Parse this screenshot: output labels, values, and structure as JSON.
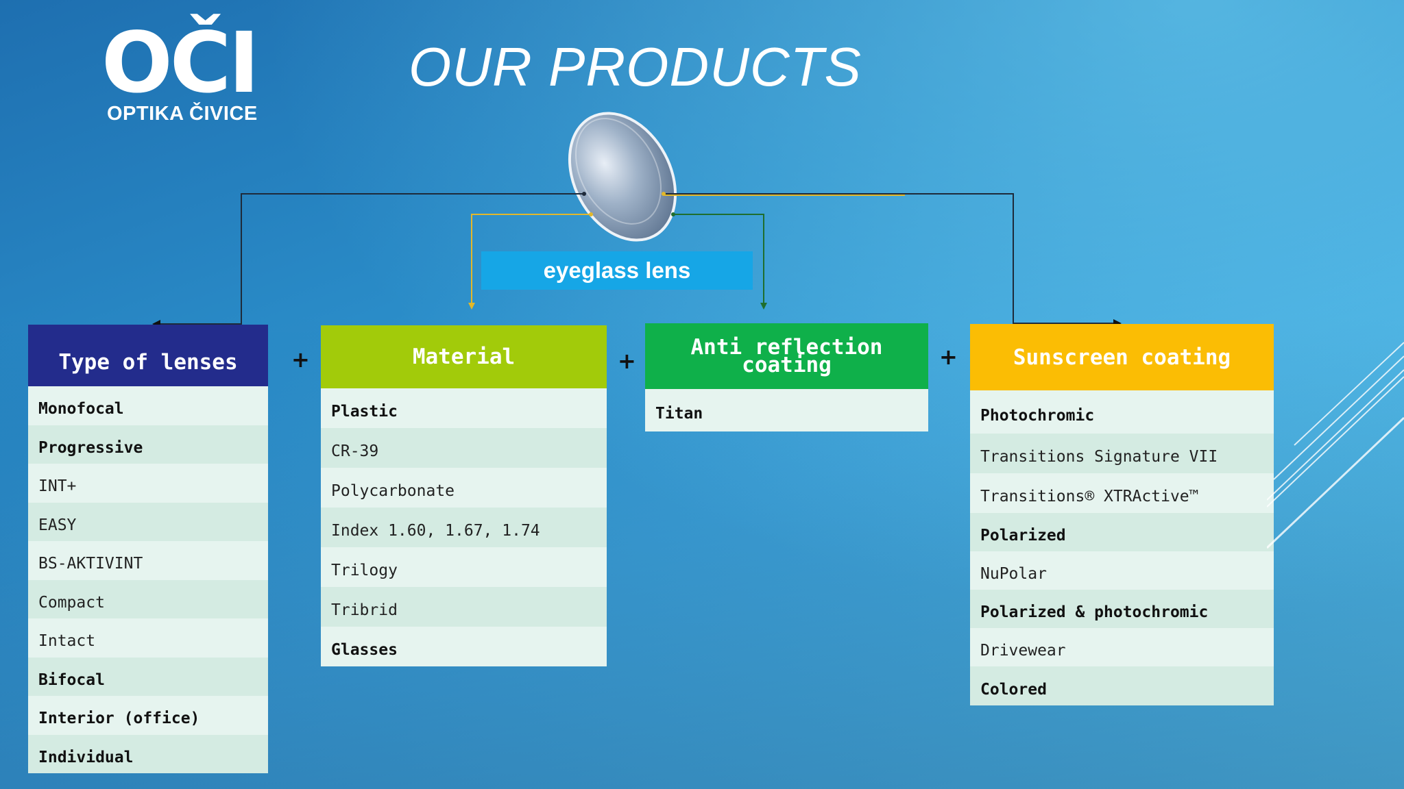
{
  "logo": {
    "mark": "OČI",
    "name": "OPTIKA ČIVICE"
  },
  "title": "OUR PRODUCTS",
  "center_label": "eyeglass lens",
  "operator": "+",
  "columns": [
    {
      "header": "Type of lenses",
      "color": "#232c8c",
      "items": [
        {
          "label": "Monofocal",
          "bold": true
        },
        {
          "label": "Progressive",
          "bold": true
        },
        {
          "label": "INT+",
          "bold": false
        },
        {
          "label": "EASY",
          "bold": false
        },
        {
          "label": "BS-AKTIVINT",
          "bold": false
        },
        {
          "label": "Compact",
          "bold": false
        },
        {
          "label": "Intact",
          "bold": false
        },
        {
          "label": "Bifocal",
          "bold": true
        },
        {
          "label": "Interior (office)",
          "bold": true
        },
        {
          "label": "Individual",
          "bold": true
        }
      ]
    },
    {
      "header": "Material",
      "color": "#a2cb0a",
      "items": [
        {
          "label": "Plastic",
          "bold": true
        },
        {
          "label": "CR-39",
          "bold": false
        },
        {
          "label": "Polycarbonate",
          "bold": false
        },
        {
          "label": "Index 1.60, 1.67, 1.74",
          "bold": false
        },
        {
          "label": "Trilogy",
          "bold": false
        },
        {
          "label": "Tribrid",
          "bold": false
        },
        {
          "label": "Glasses",
          "bold": true
        }
      ]
    },
    {
      "header": "Anti reflection coating",
      "color": "#0fb04a",
      "items": [
        {
          "label": "Titan",
          "bold": true
        }
      ]
    },
    {
      "header": "Sunscreen coating",
      "color": "#fbbd04",
      "items": [
        {
          "label": "Photochromic",
          "bold": true
        },
        {
          "label": "Transitions Signature VII",
          "bold": false
        },
        {
          "label": "Transitions® XTRActive™",
          "bold": false
        },
        {
          "label": "Polarized",
          "bold": true
        },
        {
          "label": "NuPolar",
          "bold": false
        },
        {
          "label": "Polarized & photochromic",
          "bold": true
        },
        {
          "label": "Drivewear",
          "bold": false
        },
        {
          "label": "Colored",
          "bold": true
        }
      ]
    }
  ]
}
